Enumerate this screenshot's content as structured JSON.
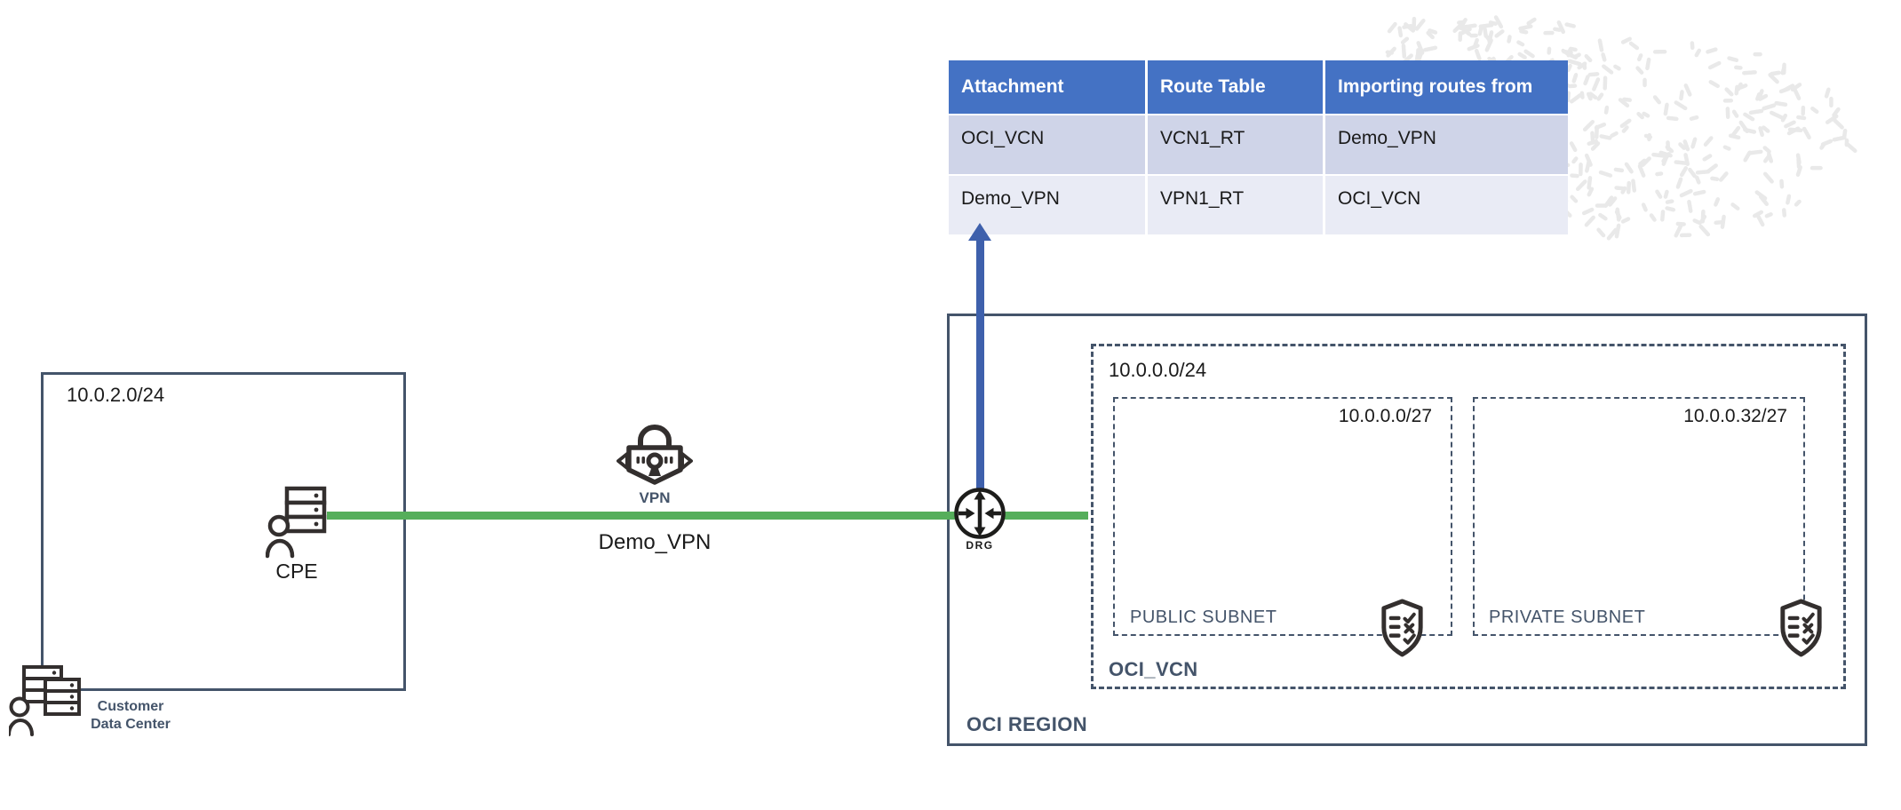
{
  "routing_table": {
    "headers": [
      "Attachment",
      "Route Table",
      "Importing routes from"
    ],
    "rows": [
      [
        "OCI_VCN",
        "VCN1_RT",
        "Demo_VPN"
      ],
      [
        "Demo_VPN",
        "VPN1_RT",
        "OCI_VCN"
      ]
    ]
  },
  "customer_site": {
    "cidr": "10.0.2.0/24",
    "cpe_label": "CPE",
    "datacenter_label": [
      "Customer",
      "Data Center"
    ]
  },
  "vpn_connection": {
    "icon_label": "VPN",
    "name": "Demo_VPN"
  },
  "drg": {
    "label": "DRG"
  },
  "oci_region": {
    "label": "OCI REGION",
    "vcn": {
      "label": "OCI_VCN",
      "cidr": "10.0.0.0/24",
      "public_subnet": {
        "label": "PUBLIC SUBNET",
        "cidr": "10.0.0.0/27"
      },
      "private_subnet": {
        "label": "PRIVATE SUBNET",
        "cidr": "10.0.0.32/27"
      }
    }
  },
  "colors": {
    "slate": "#44546A",
    "table_header_bg": "#4472C4",
    "table_row_odd_bg": "#CFD4E8",
    "table_row_even_bg": "#E9EBF5",
    "green_link": "#55AE5B",
    "blue_arrow": "#3E60AC",
    "icon_ink": "#332F2E",
    "fingerprint": "#E9E9E9"
  }
}
